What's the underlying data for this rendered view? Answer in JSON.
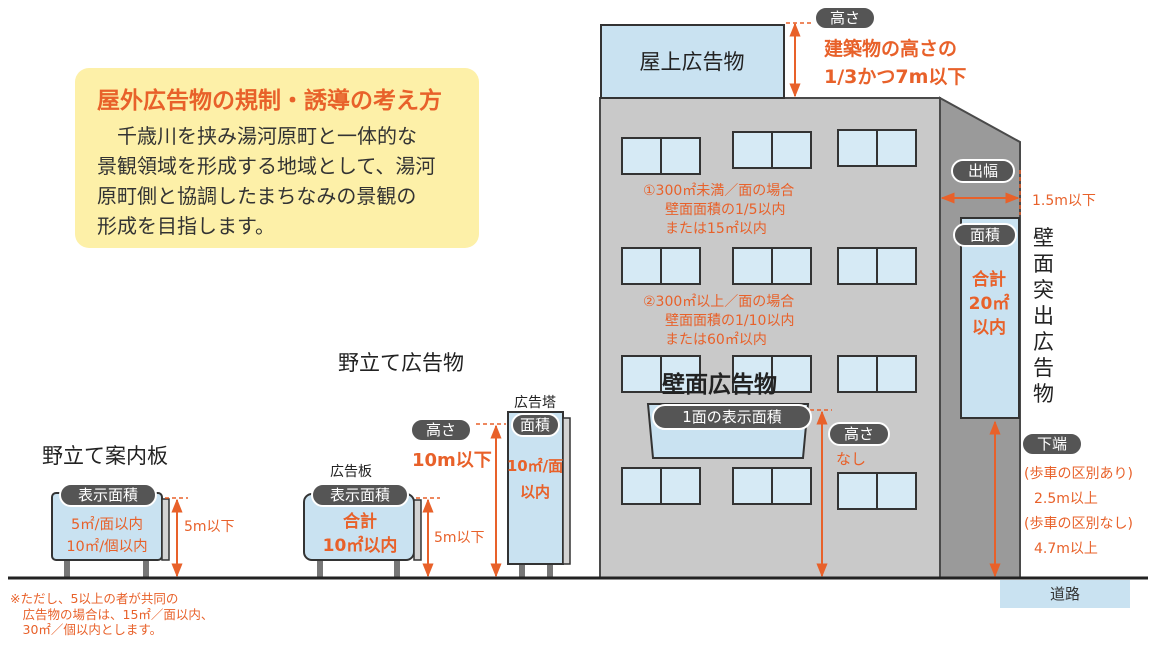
{
  "colors": {
    "orange": "#e8612a",
    "sign_blue": "#c9e2f1",
    "building_gray": "#c9c9c9",
    "pill": "#555555",
    "note_bg": "#fdf0a8"
  },
  "info": {
    "title": "屋外広告物の規制・誘導の考え方",
    "lines": [
      "　千歳川を挟み湯河原町と一体的な",
      "景観領域を形成する地域として、湯河",
      "原町側と協調したまちなみの景観の",
      "形成を目指します。"
    ]
  },
  "rooftop": {
    "sign": "屋上広告物",
    "pill": "高さ",
    "rule_1": "建築物の高さの",
    "rule_2": "1/3かつ7m以下"
  },
  "wall": {
    "rule1_1": "①300㎡未満／面の場合",
    "rule1_2": "壁面面積の1/5以内",
    "rule1_3": "または15㎡以内",
    "rule2_1": "②300㎡以上／面の場合",
    "rule2_2": "壁面面積の1/10以内",
    "rule2_3": "または60㎡以内",
    "heading": "壁面広告物",
    "sign_label": "1面の表示面積",
    "height_pill": "高さ",
    "height_value": "なし"
  },
  "projecting": {
    "title_chars": [
      "壁",
      "面",
      "突",
      "出",
      "広",
      "告",
      "物"
    ],
    "extent_pill": "出幅",
    "extent_value": "1.5m以下",
    "area_pill": "面積",
    "area_1": "合計",
    "area_2": "20㎡",
    "area_3": "以内",
    "bottom_pill": "下端",
    "clear_1": "(歩車の区別あり)",
    "clear_2": "2.5m以上",
    "clear_3": "(歩車の区別なし)",
    "clear_4": "4.7m以上"
  },
  "freestanding": {
    "heading": "野立て広告物",
    "height_pill": "高さ",
    "height_value": "10m以下"
  },
  "tower": {
    "label": "広告塔",
    "pill": "面積",
    "value_1": "10㎡/面",
    "value_2": "以内"
  },
  "board": {
    "label": "広告板",
    "pill": "表示面積",
    "value_1": "合計",
    "value_2": "10㎡以内",
    "height": "5m以下"
  },
  "guide": {
    "heading": "野立て案内板",
    "pill": "表示面積",
    "value_1": "5㎡/面以内",
    "value_2": "10㎡/個以内",
    "height": "5m以下"
  },
  "road": {
    "label": "道路"
  },
  "note": {
    "lines": [
      "※ただし、5以上の者が共同の",
      "　広告物の場合は、15㎡／面以内、",
      "　30㎡／個以内とします。"
    ]
  }
}
